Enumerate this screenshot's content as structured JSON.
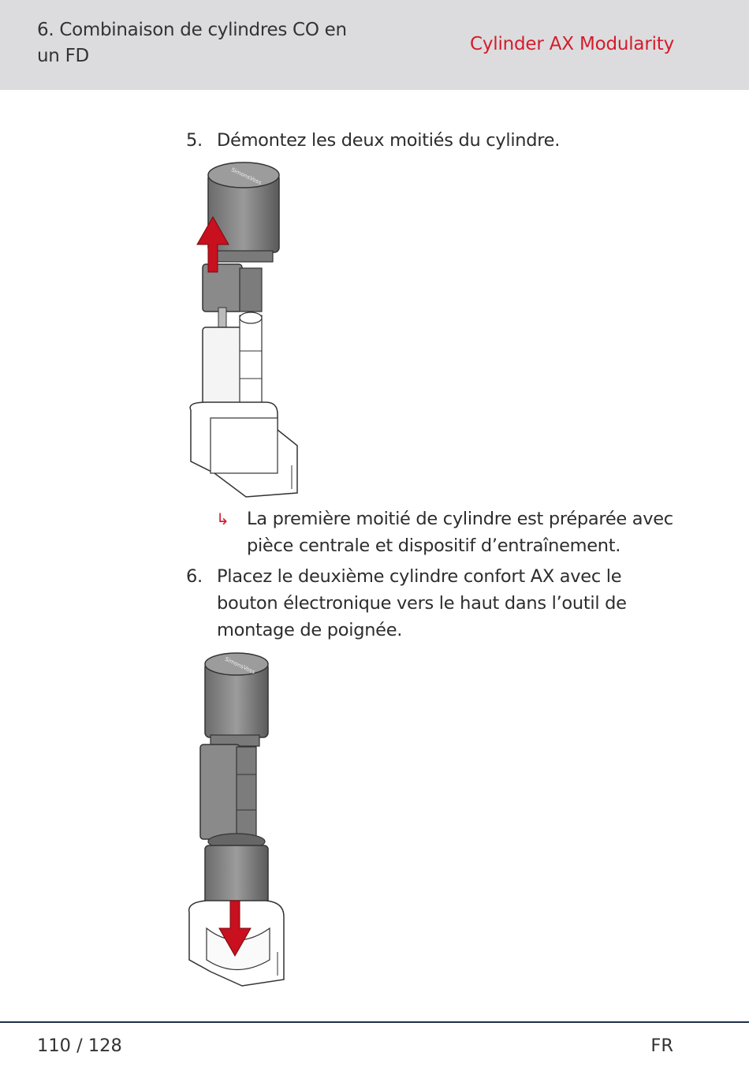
{
  "header": {
    "chapter": "6. Combinaison de cylindres CO en un FD",
    "brand": "Cylinder AX Modularity"
  },
  "steps": [
    {
      "number": "5.",
      "text": "Démontez les deux moitiés du cylindre."
    },
    {
      "number": "6.",
      "text": "Placez le deuxième cylindre confort AX avec le bouton électronique vers le haut dans l’outil de montage de poignée."
    }
  ],
  "result": {
    "icon": "result-arrow-icon",
    "symbol": "↳",
    "text": "La première moitié de cylindre est préparée avec pièce centrale et dispositif d’entraînement."
  },
  "figure_logo_text": "SimonsVoss",
  "footer": {
    "page": "110 / 128",
    "language": "FR"
  },
  "colors": {
    "brand": "#d51b2b",
    "header_bg": "#dcdcde",
    "rule": "#1f2f4a",
    "arrow": "#c8101e"
  }
}
